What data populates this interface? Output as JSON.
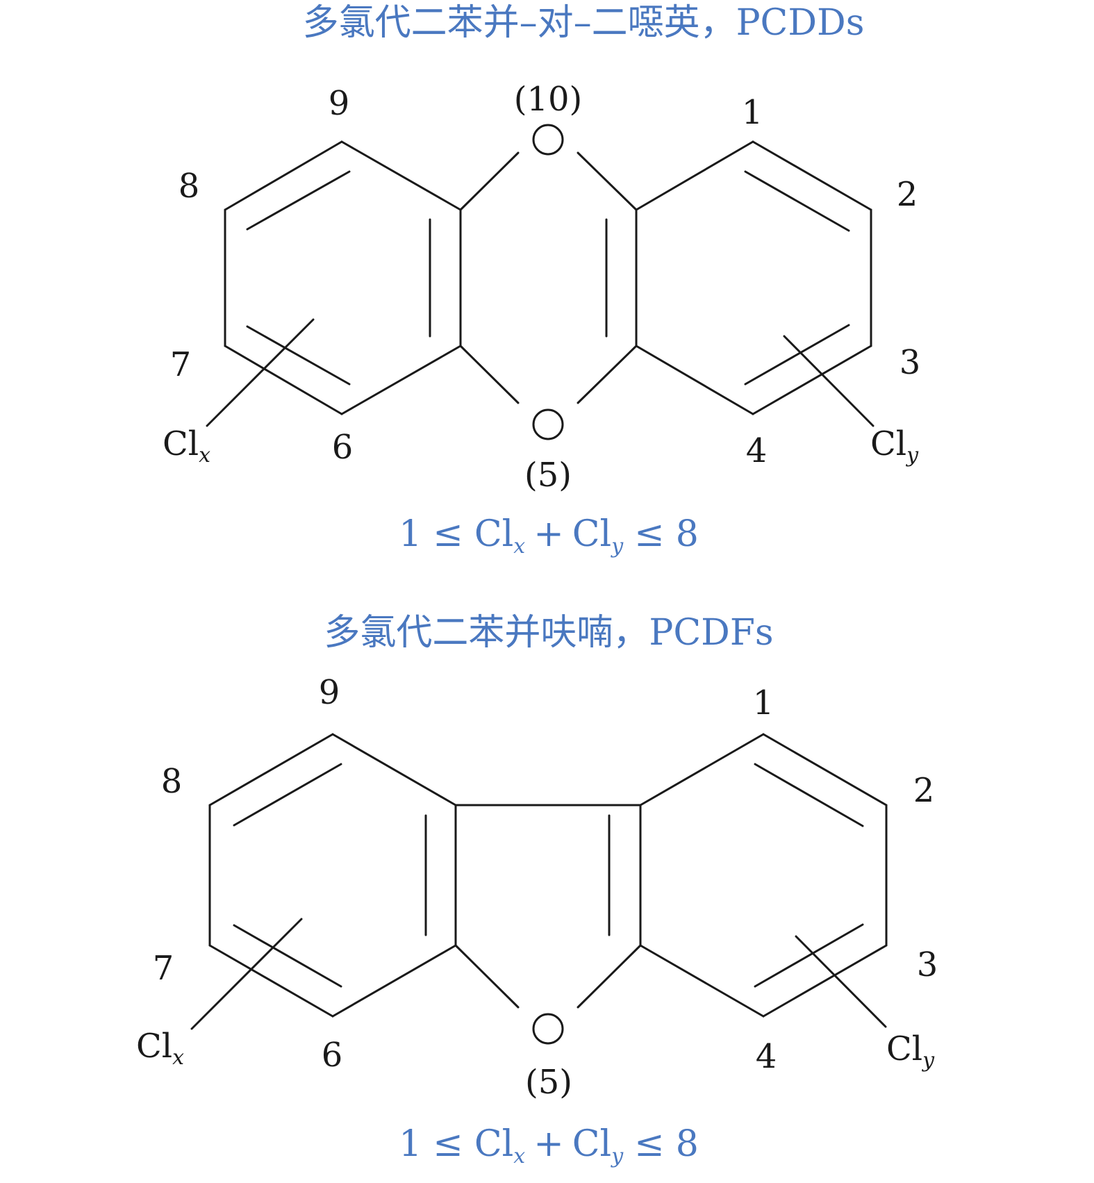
{
  "colors": {
    "accent": "#4a78c0",
    "ink": "#1a1a1a",
    "background": "#ffffff"
  },
  "pcdd": {
    "title": "多氯代二苯并–对–二噁英，PCDDs",
    "oxygen_top_position": "(10)",
    "oxygen_bottom_position": "(5)",
    "positions": {
      "p1": "1",
      "p2": "2",
      "p3": "3",
      "p4": "4",
      "p6": "6",
      "p7": "7",
      "p8": "8",
      "p9": "9"
    },
    "substituent_left": {
      "base": "Cl",
      "sub": "x"
    },
    "substituent_right": {
      "base": "Cl",
      "sub": "y"
    },
    "formula": {
      "lower": "1",
      "leq1": "≤",
      "cl1": "Cl",
      "sub1": "x",
      "plus": "+",
      "cl2": "Cl",
      "sub2": "y",
      "leq2": "≤",
      "upper": "8"
    }
  },
  "pcdf": {
    "title": "多氯代二苯并呋喃，PCDFs",
    "oxygen_position": "(5)",
    "positions": {
      "p1": "1",
      "p2": "2",
      "p3": "3",
      "p4": "4",
      "p6": "6",
      "p7": "7",
      "p8": "8",
      "p9": "9"
    },
    "substituent_left": {
      "base": "Cl",
      "sub": "x"
    },
    "substituent_right": {
      "base": "Cl",
      "sub": "y"
    },
    "formula": {
      "lower": "1",
      "leq1": "≤",
      "cl1": "Cl",
      "sub1": "x",
      "plus": "+",
      "cl2": "Cl",
      "sub2": "y",
      "leq2": "≤",
      "upper": "8"
    }
  }
}
